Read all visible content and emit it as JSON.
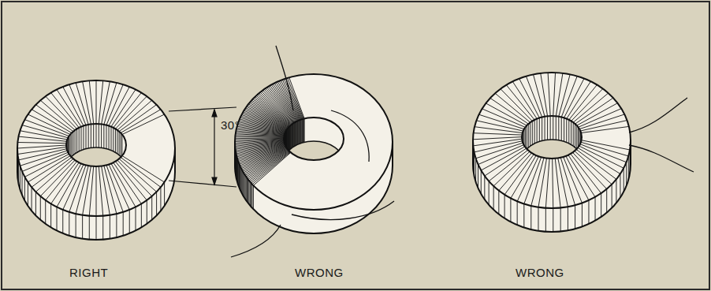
{
  "diagram": {
    "labels": [
      "RIGHT",
      "30°",
      "WRONG",
      "WRONG"
    ]
  }
}
